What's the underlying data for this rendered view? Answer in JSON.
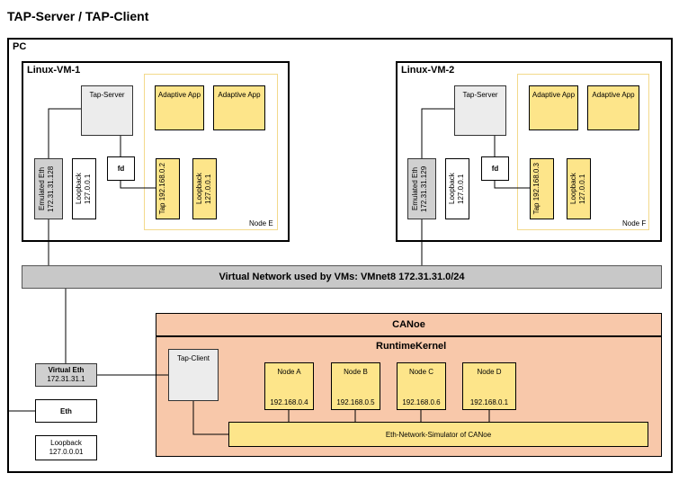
{
  "title": "TAP-Server / TAP-Client",
  "pc_label": "PC",
  "vm1": {
    "label": "Linux-VM-1",
    "tap_server": "Tap-Server",
    "app1": "Adaptive App",
    "app2": "Adaptive App",
    "fd": "fd",
    "emulated_eth": "Emulated Eth 172.31.31.128",
    "loopback": "Loopback 127.0.0.1",
    "tap": "Tap 192.168.0.2",
    "tap_loopback": "Loopback 127.0.0.1",
    "node": "Node E"
  },
  "vm2": {
    "label": "Linux-VM-2",
    "tap_server": "Tap-Server",
    "app1": "Adaptive App",
    "app2": "Adaptive App",
    "fd": "fd",
    "emulated_eth": "Emulated Eth 172.31.31.129",
    "loopback": "Loopback 127.0.0.1",
    "tap": "Tap 192.168.0.3",
    "tap_loopback": "Loopback 127.0.0.1",
    "node": "Node F"
  },
  "virtual_network": "Virtual Network used by VMs: VMnet8  172.31.31.0/24",
  "canoe": "CANoe",
  "runtime_kernel": "RuntimeKernel",
  "tap_client": "Tap-Client",
  "nodes": [
    {
      "name": "Node A",
      "ip": "192.168.0.4"
    },
    {
      "name": "Node B",
      "ip": "192.168.0.5"
    },
    {
      "name": "Node C",
      "ip": "192.168.0.6"
    },
    {
      "name": "Node D",
      "ip": "192.168.0.1"
    }
  ],
  "eth_simulator": "Eth-Network-Simulator of CANoe",
  "virtual_eth": {
    "name": "Virtual Eth",
    "ip": "172.31.31.1"
  },
  "eth": "Eth",
  "pc_loopback": {
    "name": "Loopback",
    "ip": "127.0.0.01"
  }
}
